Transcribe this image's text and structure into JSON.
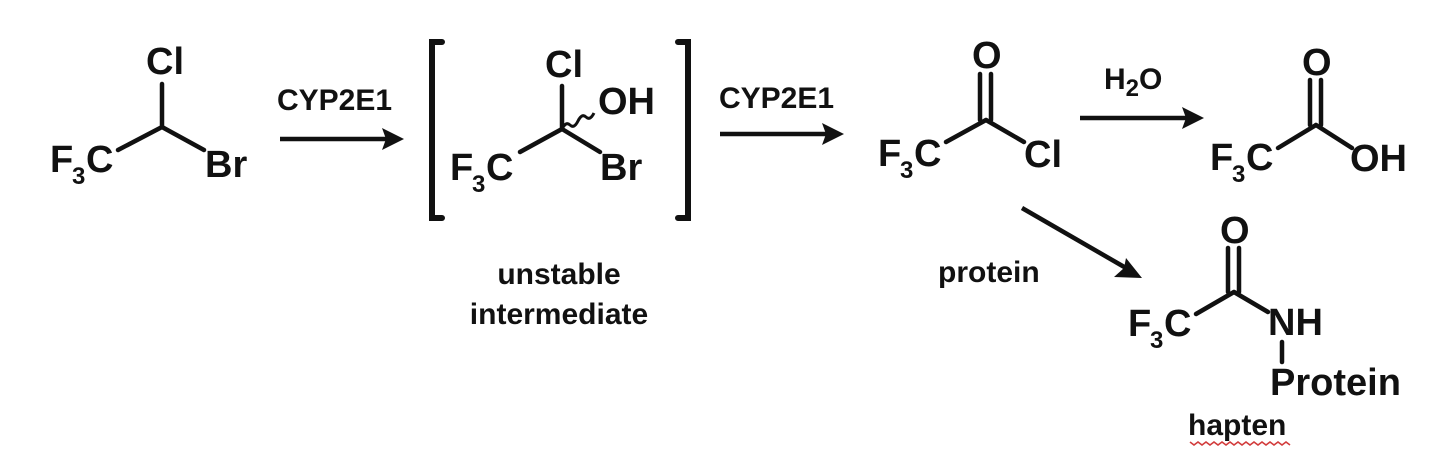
{
  "reagents": {
    "step1": "CYP2E1",
    "step2": "CYP2E1",
    "hydrolysis": "H",
    "hydrolysis_sub": "2",
    "hydrolysis_tail": "O",
    "protein_step": "protein"
  },
  "labels": {
    "intermediate_line1": "unstable",
    "intermediate_line2": "intermediate",
    "hapten": "hapten"
  },
  "atoms": {
    "cl": "Cl",
    "br": "Br",
    "oh": "OH",
    "o": "O",
    "nh": "NH",
    "protein": "Protein",
    "f": "F",
    "three": "3",
    "c": "C"
  },
  "colors": {
    "ink": "#111111",
    "spellcheck_underline": "#d23c3c"
  }
}
